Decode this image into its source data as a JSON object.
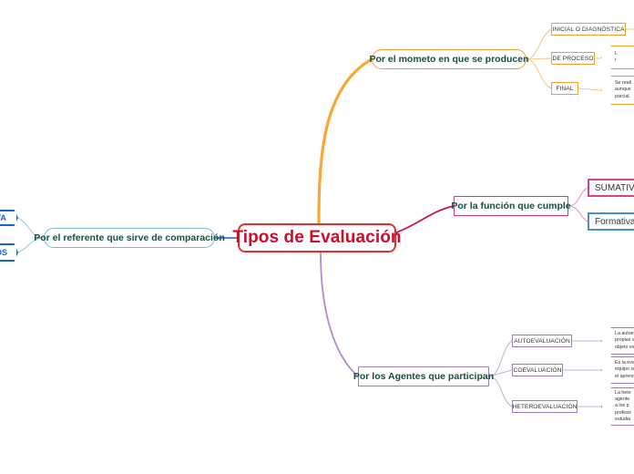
{
  "root": {
    "label": "Tipos de Evaluación",
    "color": "#c8102e"
  },
  "branches": [
    {
      "id": "momento",
      "label": "Por el mometo en que se producen",
      "color": "#f0a030",
      "children": [
        {
          "label": "INICIAL O DIAGNÓSTICA",
          "note": ""
        },
        {
          "label": "DE PROCESO",
          "note": "L\nr"
        },
        {
          "label": "FINAL",
          "note": "Se reali\naunque\nparcial."
        }
      ]
    },
    {
      "id": "referente",
      "label": "Por el referente que sirve de comparación",
      "color": "#7fb6d6",
      "children": [
        {
          "label": "VA",
          "note": ""
        },
        {
          "label": "OS",
          "note": ""
        }
      ]
    },
    {
      "id": "funcion",
      "label": "Por la función que cumple",
      "color": "#d6397a",
      "children": [
        {
          "label": "SUMATIV",
          "note": ""
        },
        {
          "label": "Formativa",
          "note": ""
        }
      ]
    },
    {
      "id": "agentes",
      "label": "Por los Agentes que participan",
      "color": "#9b7cc0",
      "children": [
        {
          "label": "AUTOEVALUACIÓN",
          "note": "La autoev\npropias ac\nobjeto es"
        },
        {
          "label": "COEVALUACIÓN",
          "note": "Es la evaluac\nequipo sobre\nel aprendiza"
        },
        {
          "label": "HETEROEVALUACIÓN",
          "note": "La hete\nagente\na los p\nprofeso\nestudia"
        }
      ]
    }
  ]
}
